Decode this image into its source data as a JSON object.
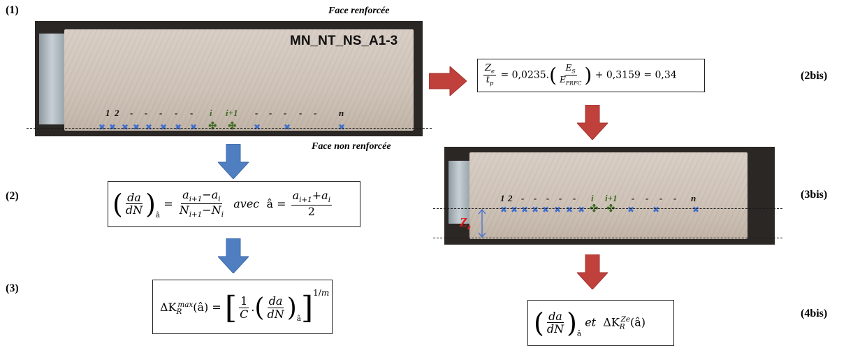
{
  "steps": {
    "s1": "(1)",
    "s2": "(2)",
    "s3": "(3)",
    "s2bis": "(2bis)",
    "s3bis": "(3bis)",
    "s4bis": "(4bis)"
  },
  "photo1": {
    "caption_top": "Face renforcée",
    "caption_bottom": "Face non renforcée",
    "specimen_id": "MN_NT_NS_A1-3",
    "indices": [
      "1",
      "2",
      "-",
      "-",
      "-",
      "-",
      "-",
      "i",
      "i+1",
      "-",
      "-",
      "-",
      "-",
      "-",
      "n"
    ]
  },
  "photo2": {
    "indices": [
      "1",
      "2",
      "-",
      "-",
      "-",
      "-",
      "-",
      "i",
      "i+1",
      "-",
      "-",
      "-",
      "-",
      "n"
    ],
    "ze_label": "Z",
    "ze_sub": "e"
  },
  "formula2": {
    "lhs_num": "da",
    "lhs_den": "dN",
    "lhs_sub": "â",
    "rhs_num": "a",
    "rhs_num_sub1": "i+1",
    "rhs_num_sub2": "i",
    "rhs_den": "N",
    "rhs_den_sub1": "i+1",
    "rhs_den_sub2": "i",
    "avec": "avec",
    "hat": "â",
    "mean_num_sub1": "i+1",
    "mean_num_sub2": "i",
    "mean_den": "2"
  },
  "formula3": {
    "delta": "ΔK",
    "sub": "R",
    "sup": "max",
    "arg": "(â)",
    "one": "1",
    "c": "C",
    "exp_num": "1",
    "exp_den": "m"
  },
  "formula2bis": {
    "lhs_num": "Z",
    "lhs_num_sub": "e",
    "lhs_den": "t",
    "lhs_den_sub": "p",
    "coef": "= 0,0235.",
    "ratio_num": "E",
    "ratio_num_sub": "S",
    "ratio_den": "E",
    "ratio_den_sub": "PRFC",
    "tail": "+ 0,3159 = 0,34"
  },
  "formula4bis": {
    "num": "da",
    "den": "dN",
    "sub": "â",
    "et": "et",
    "delta": "ΔK",
    "ksub": "R",
    "ksup": "Ze",
    "arg": "(â)"
  },
  "colors": {
    "blue_arrow": "#4f7fc0",
    "red_arrow": "#c0413c",
    "marker_blue": "#3f6fd1",
    "marker_green": "#3e6b22"
  }
}
